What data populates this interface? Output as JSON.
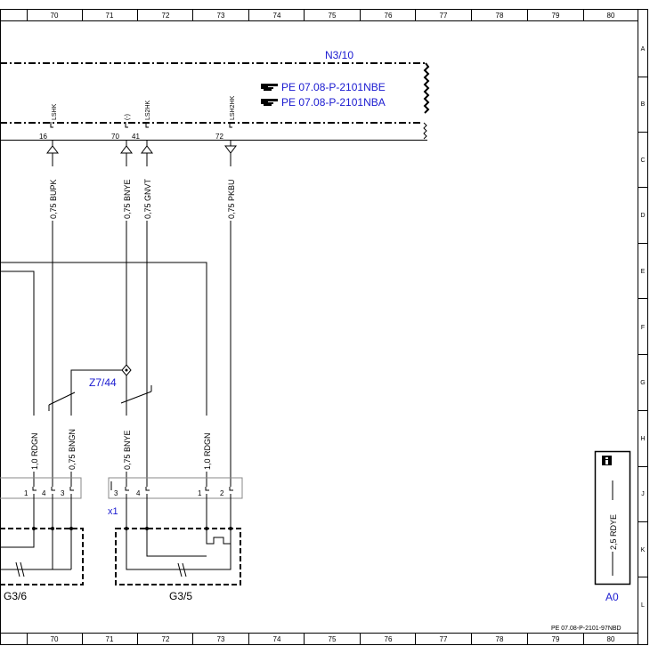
{
  "grid": {
    "columns": [
      "70",
      "71",
      "72",
      "73",
      "74",
      "75",
      "76",
      "77",
      "78",
      "79",
      "80"
    ],
    "rows": [
      "A",
      "B",
      "C",
      "D",
      "E",
      "F",
      "G",
      "H",
      "J",
      "K",
      "L"
    ]
  },
  "modules": {
    "n3_10": "N3/10",
    "ref1": "PE 07.08-P-2101NBE",
    "ref2": "PE 07.08-P-2101NBA",
    "z7_44": "Z7/44",
    "x1": "x1",
    "g3_5": "G3/5",
    "g3_6": "G3/6",
    "a0": "A0",
    "footer_ref": "PE 07.08-P-2101-97NBD"
  },
  "pins": {
    "lshk": "LSHK",
    "minus": "(-)",
    "ls2hk": "LS2HK",
    "lsh2hk": "LSH2HK",
    "p16": "16",
    "p70": "70",
    "p41": "41",
    "p72": "72"
  },
  "wires": {
    "w1": "0,75 BUPK",
    "w2": "0,75 BNYE",
    "w3": "0,75 GNVT",
    "w4": "0,75 PKBU",
    "w5": "1,0 RDGN",
    "w6": "0,75 BNGN",
    "w7": "0,75 BNYE",
    "w8": "1,0 RDGN",
    "w9": "2,5 RDYE"
  },
  "connector": {
    "c1": "1",
    "c4": "4",
    "c3": "3",
    "c3b": "3",
    "c4b": "4",
    "c1b": "1",
    "c2b": "2"
  },
  "colors": {
    "label_blue": "#1a1ad0",
    "line": "#000000"
  }
}
